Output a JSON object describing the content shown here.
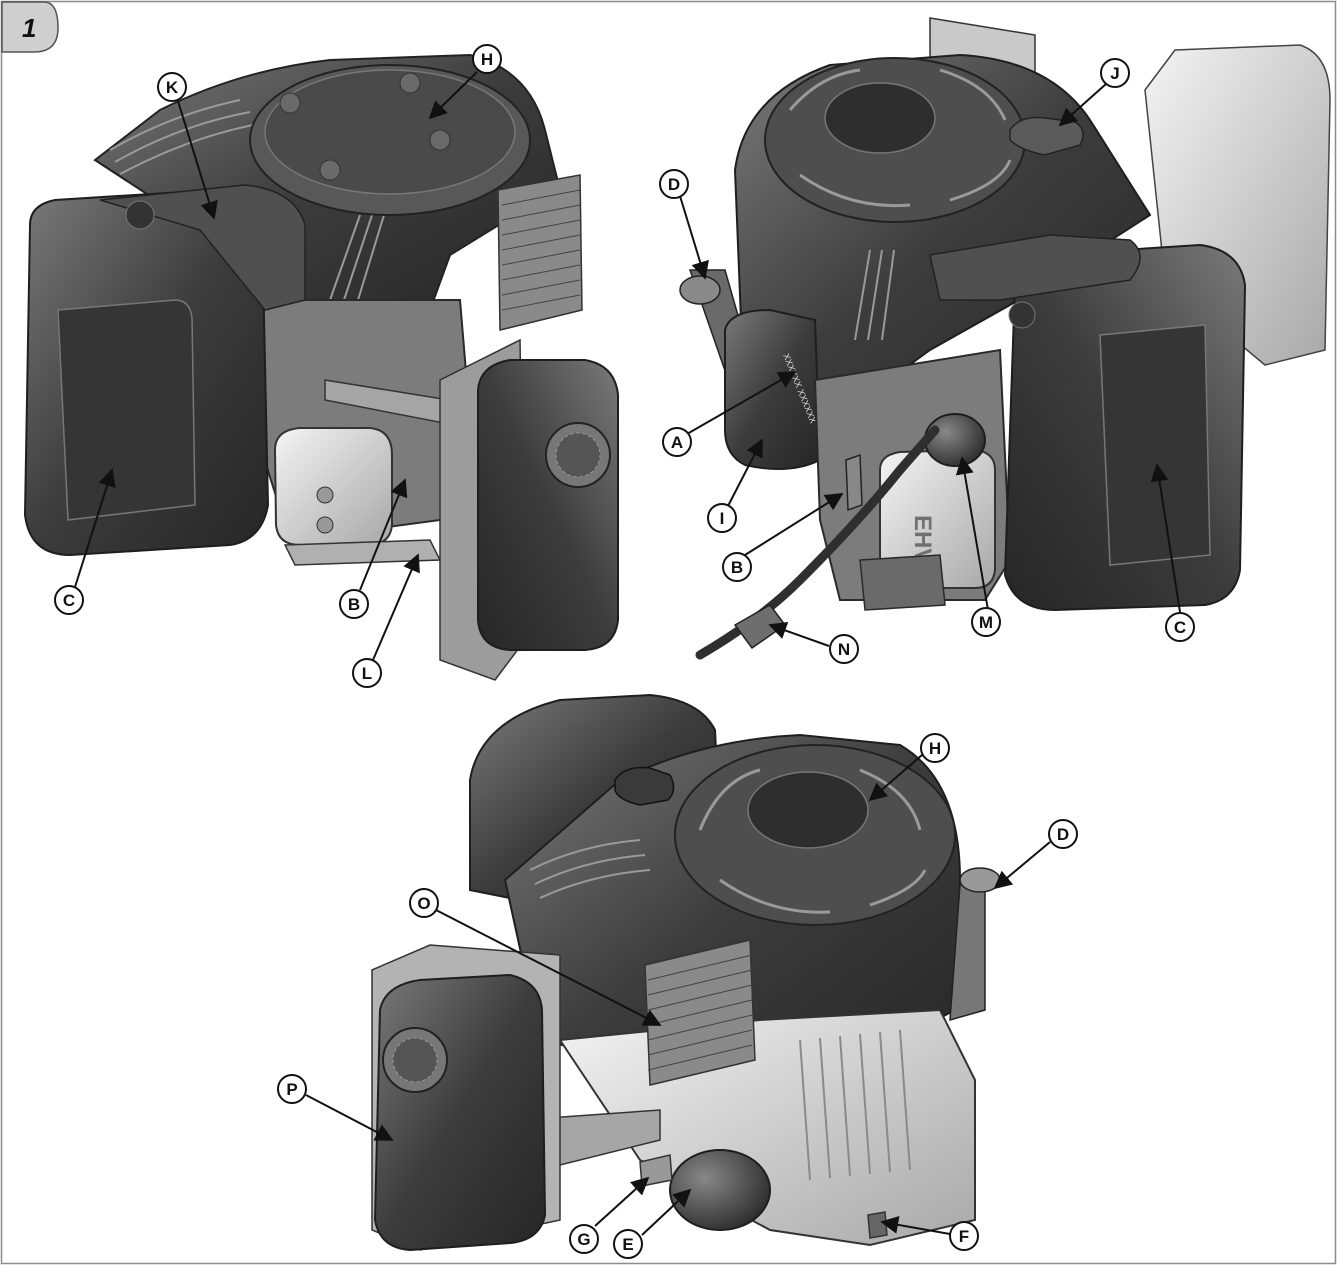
{
  "figure": {
    "number": "1"
  },
  "callouts": {
    "v1": {
      "K": "K",
      "H": "H",
      "C": "C",
      "B": "B",
      "L": "L"
    },
    "v2": {
      "D": "D",
      "J": "J",
      "A": "A",
      "I": "I",
      "B": "B",
      "M": "M",
      "N": "N",
      "C": "C"
    },
    "v3": {
      "H": "H",
      "D": "D",
      "O": "O",
      "P": "P",
      "G": "G",
      "E": "E",
      "F": "F"
    }
  },
  "engine_serial_marking": "XXXXXX XXXXXX",
  "engine_model_marking": "EHV",
  "colors": {
    "body_dark": "#3c3c3c",
    "body_mid": "#6e6e6e",
    "body_light": "#b9b9b9",
    "part_light": "#d6d6d6",
    "outline": "#2a2a2a",
    "frame": "#8c8c8c",
    "fig_badge": "#cfcfcf"
  }
}
